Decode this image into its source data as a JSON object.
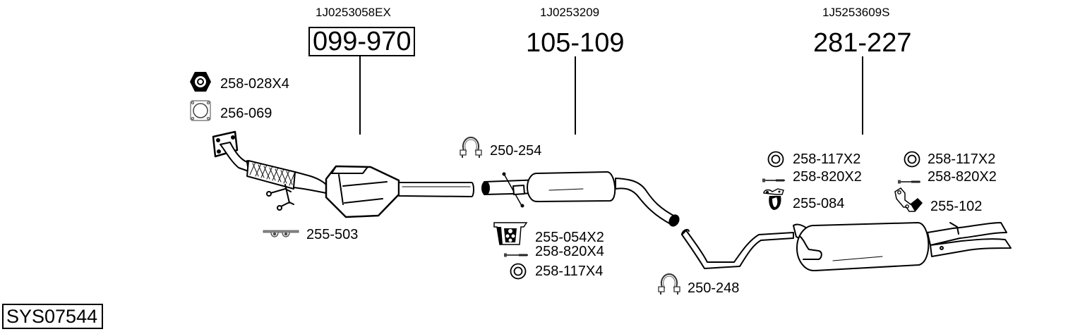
{
  "diagram": {
    "system_code": "SYS07544",
    "main_parts": [
      {
        "oe_number": "1J0253058EX",
        "part_number": "099-970",
        "boxed": true,
        "name": "catalytic-converter"
      },
      {
        "oe_number": "1J0253209",
        "part_number": "105-109",
        "boxed": false,
        "name": "middle-silencer"
      },
      {
        "oe_number": "1J5253609S",
        "part_number": "281-227",
        "boxed": false,
        "name": "rear-silencer"
      }
    ],
    "accessories": [
      {
        "label": "258-028X4",
        "icon": "hex-nut-icon"
      },
      {
        "label": "256-069",
        "icon": "gasket-icon"
      },
      {
        "label": "255-503",
        "icon": "rubber-mount-icon"
      },
      {
        "label": "250-254",
        "icon": "pipe-clamp-icon"
      },
      {
        "label": "255-054X2",
        "icon": "rubber-hanger-icon"
      },
      {
        "label": "258-820X4",
        "icon": "bolt-icon"
      },
      {
        "label": "258-117X4",
        "icon": "washer-icon"
      },
      {
        "label": "250-248",
        "icon": "pipe-clamp-icon"
      },
      {
        "label": "258-117X2",
        "icon": "washer-icon"
      },
      {
        "label": "258-820X2",
        "icon": "bolt-icon"
      },
      {
        "label": "255-084",
        "icon": "rubber-hanger-icon"
      },
      {
        "label": "258-117X2",
        "icon": "washer-icon"
      },
      {
        "label": "258-820X2",
        "icon": "bolt-icon"
      },
      {
        "label": "255-102",
        "icon": "mounting-bracket-icon"
      }
    ]
  }
}
